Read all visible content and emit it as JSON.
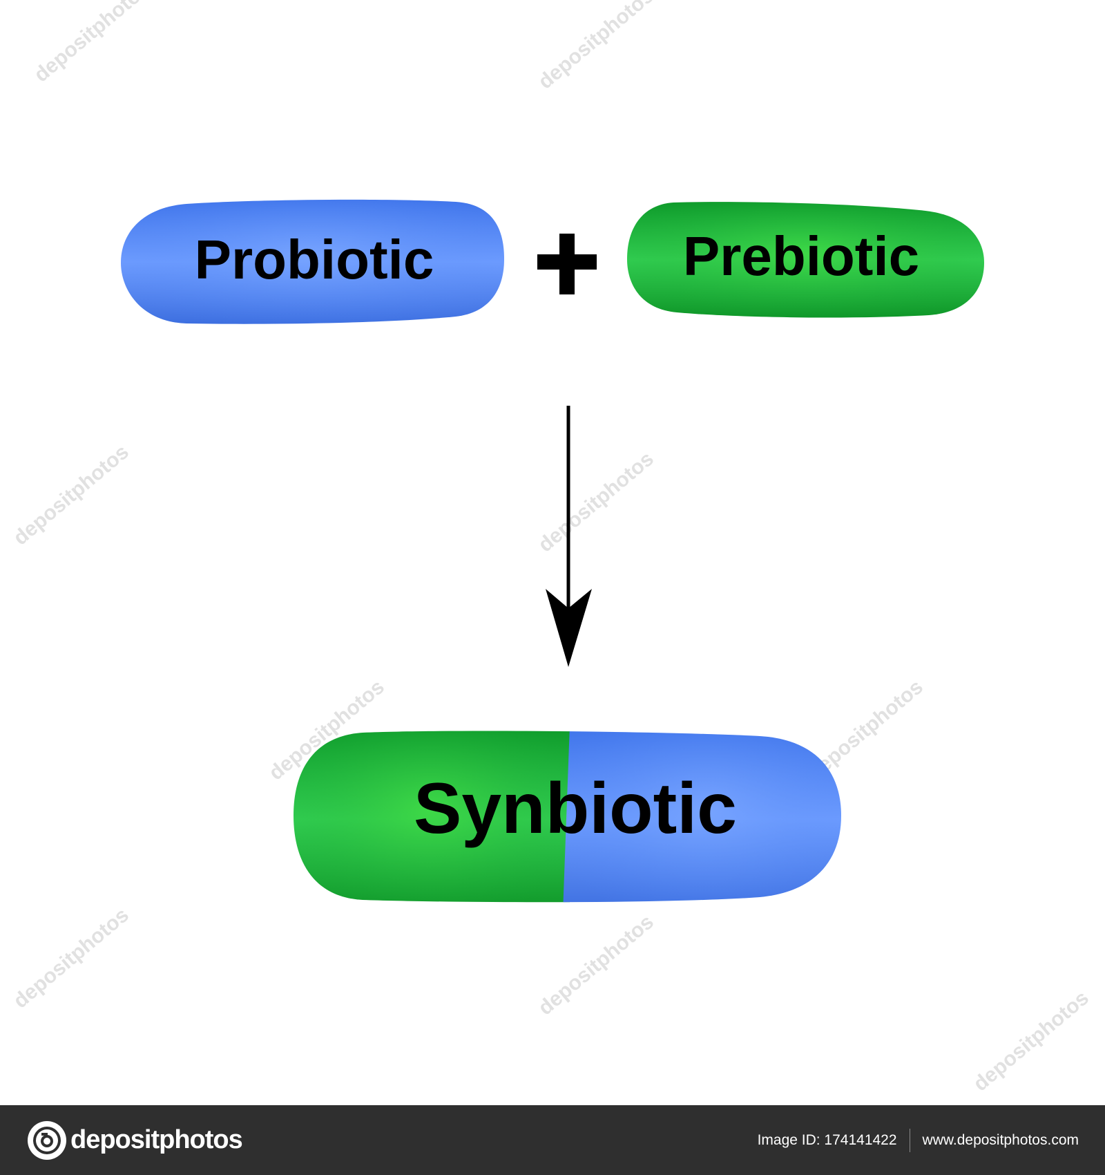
{
  "diagram": {
    "probiotic_label": "Probiotic",
    "plus_symbol": "+",
    "prebiotic_label": "Prebiotic",
    "synbiotic_label": "Synbiotic",
    "colors": {
      "blue": "#4f86f7",
      "blue_light": "#6f9dff",
      "green": "#17a83a",
      "green_light": "#38d14a",
      "arrow": "#000000"
    }
  },
  "watermark": {
    "text": "depositphotos"
  },
  "footer": {
    "logo_text": "depositphotos",
    "image_id": "Image ID: 174141422",
    "site_url": "www.depositphotos.com",
    "background": "#2f2f2f"
  }
}
